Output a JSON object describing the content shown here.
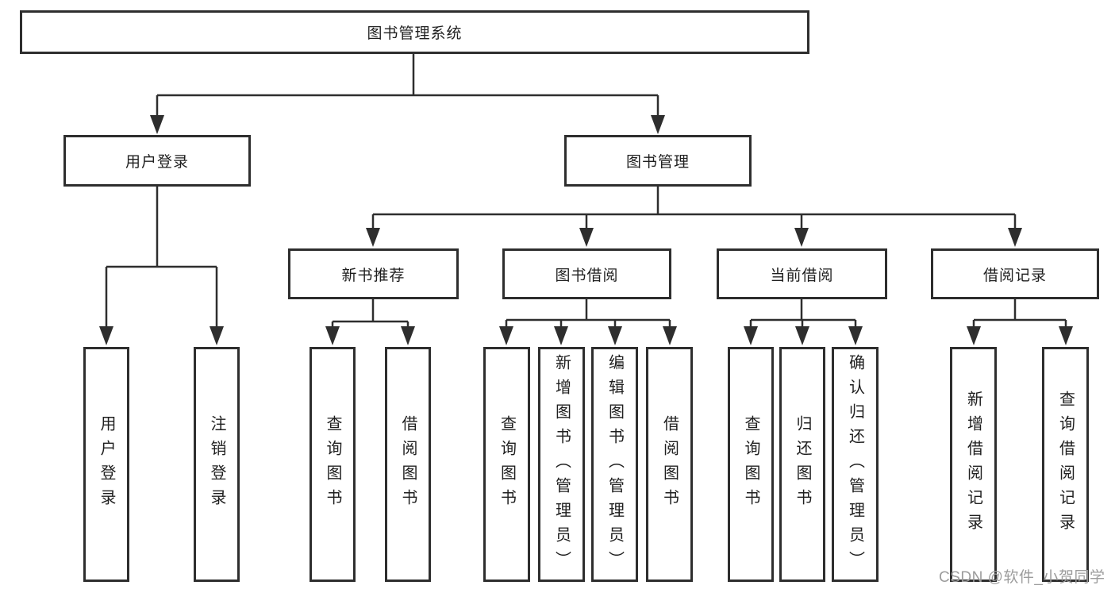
{
  "watermark": "CSDN @软件_小贺同学",
  "tree": {
    "label": "图书管理系统",
    "children": [
      {
        "label": "用户登录",
        "children": [
          {
            "label": "用户登录"
          },
          {
            "label": "注销登录"
          }
        ]
      },
      {
        "label": "图书管理",
        "children": [
          {
            "label": "新书推荐",
            "children": [
              {
                "label": "查询图书"
              },
              {
                "label": "借阅图书"
              }
            ]
          },
          {
            "label": "图书借阅",
            "children": [
              {
                "label": "查询图书"
              },
              {
                "label": "新增图书（管理员）"
              },
              {
                "label": "编辑图书（管理员）"
              },
              {
                "label": "借阅图书"
              }
            ]
          },
          {
            "label": "当前借阅",
            "children": [
              {
                "label": "查询图书"
              },
              {
                "label": "归还图书"
              },
              {
                "label": "确认归还（管理员）"
              }
            ]
          },
          {
            "label": "借阅记录",
            "children": [
              {
                "label": "新增借阅记录"
              },
              {
                "label": "查询借阅记录"
              }
            ]
          }
        ]
      }
    ]
  },
  "colors": {
    "line": "#2e2e2e",
    "box_border": "#2e2e2e",
    "text": "#1f1f1f",
    "watermark": "#9c9c9c",
    "background": "#ffffff"
  }
}
